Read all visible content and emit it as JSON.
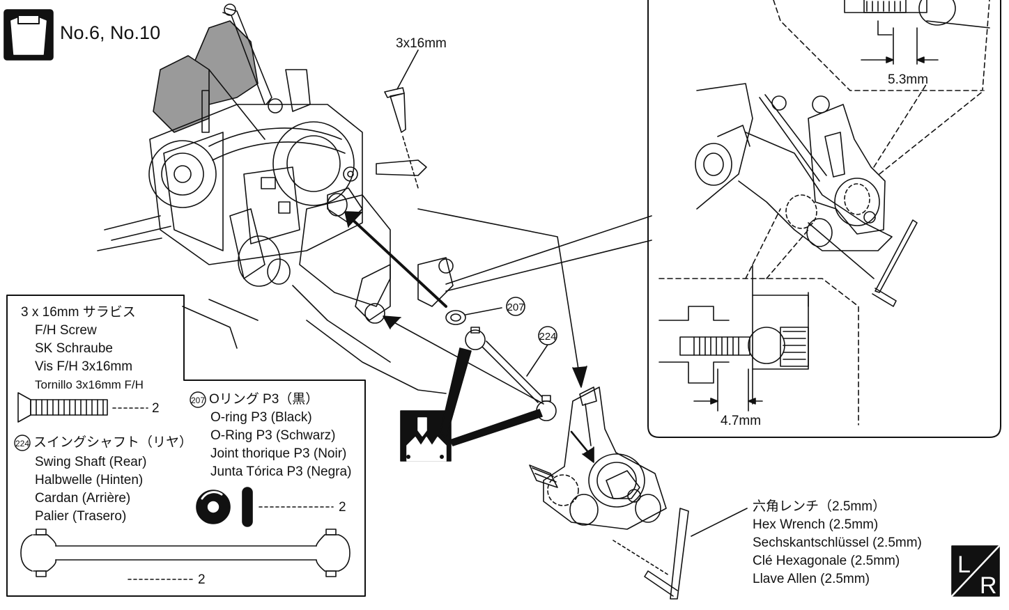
{
  "header": {
    "bag_icon": "parts-bag-icon",
    "bag_label": "No.6, No.10",
    "screw_callout": "3x16mm"
  },
  "parts": {
    "screw": {
      "lines": [
        "3 x 16mm サラビス",
        "F/H Screw",
        "SK Schraube",
        "Vis F/H 3x16mm",
        "Tornillo 3x16mm F/H"
      ],
      "qty": "2"
    },
    "oring": {
      "number": "207",
      "lines": [
        "Oリング P3（黒）",
        "O-ring P3 (Black)",
        "O-Ring P3 (Schwarz)",
        "Joint thorique P3 (Noir)",
        "Junta Tórica P3 (Negra)"
      ],
      "qty": "2"
    },
    "shaft": {
      "number": "224",
      "lines": [
        "スイングシャフト（リヤ）",
        "Swing Shaft (Rear)",
        "Halbwelle (Hinten)",
        "Cardan (Arrière)",
        "Palier (Trasero)"
      ],
      "qty": "2"
    }
  },
  "callouts": {
    "oring_number": "207",
    "shaft_number": "224"
  },
  "inset": {
    "dim_top": "5.3mm",
    "dim_bottom": "4.7mm"
  },
  "tool": {
    "lines": [
      "六角レンチ（2.5mm）",
      "Hex Wrench (2.5mm)",
      "Sechskantschlüssel (2.5mm)",
      "Clé Hexagonale (2.5mm)",
      "Llave Allen (2.5mm)"
    ]
  },
  "badge": {
    "left": "L",
    "right": "R"
  }
}
